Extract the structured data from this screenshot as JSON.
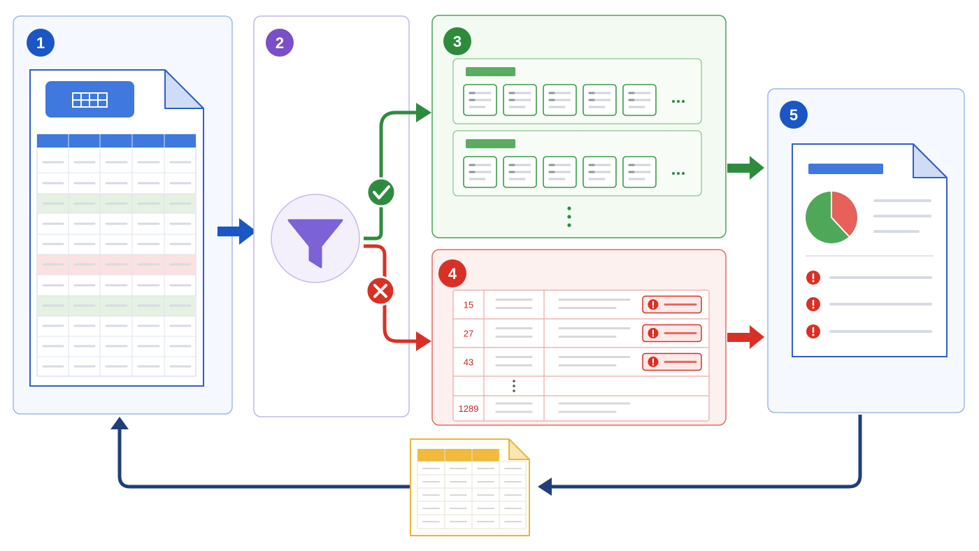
{
  "steps": [
    {
      "number": "1",
      "color": "#1a56c4"
    },
    {
      "number": "2",
      "color": "#7b4fc6"
    },
    {
      "number": "3",
      "color": "#2e8b3e"
    },
    {
      "number": "4",
      "color": "#d93025"
    },
    {
      "number": "5",
      "color": "#1a56c4"
    }
  ],
  "error_rows": [
    {
      "row_number": "15",
      "has_error_badge": true
    },
    {
      "row_number": "27",
      "has_error_badge": true
    },
    {
      "row_number": "43",
      "has_error_badge": true
    },
    {
      "row_number": "",
      "has_error_badge": false
    },
    {
      "row_number": "1289",
      "has_error_badge": false
    }
  ],
  "colors": {
    "blue": "#1a56c4",
    "purple": "#7b4fc6",
    "green": "#2e8b3e",
    "red": "#d93025",
    "navy": "#1f3f7a",
    "yellow": "#f2b93b"
  },
  "icons": [
    "spreadsheet-file-icon",
    "filter-funnel-icon",
    "check-icon",
    "cross-icon",
    "report-document-icon",
    "pie-chart-icon",
    "alert-icon",
    "ellipsis-icon"
  ]
}
